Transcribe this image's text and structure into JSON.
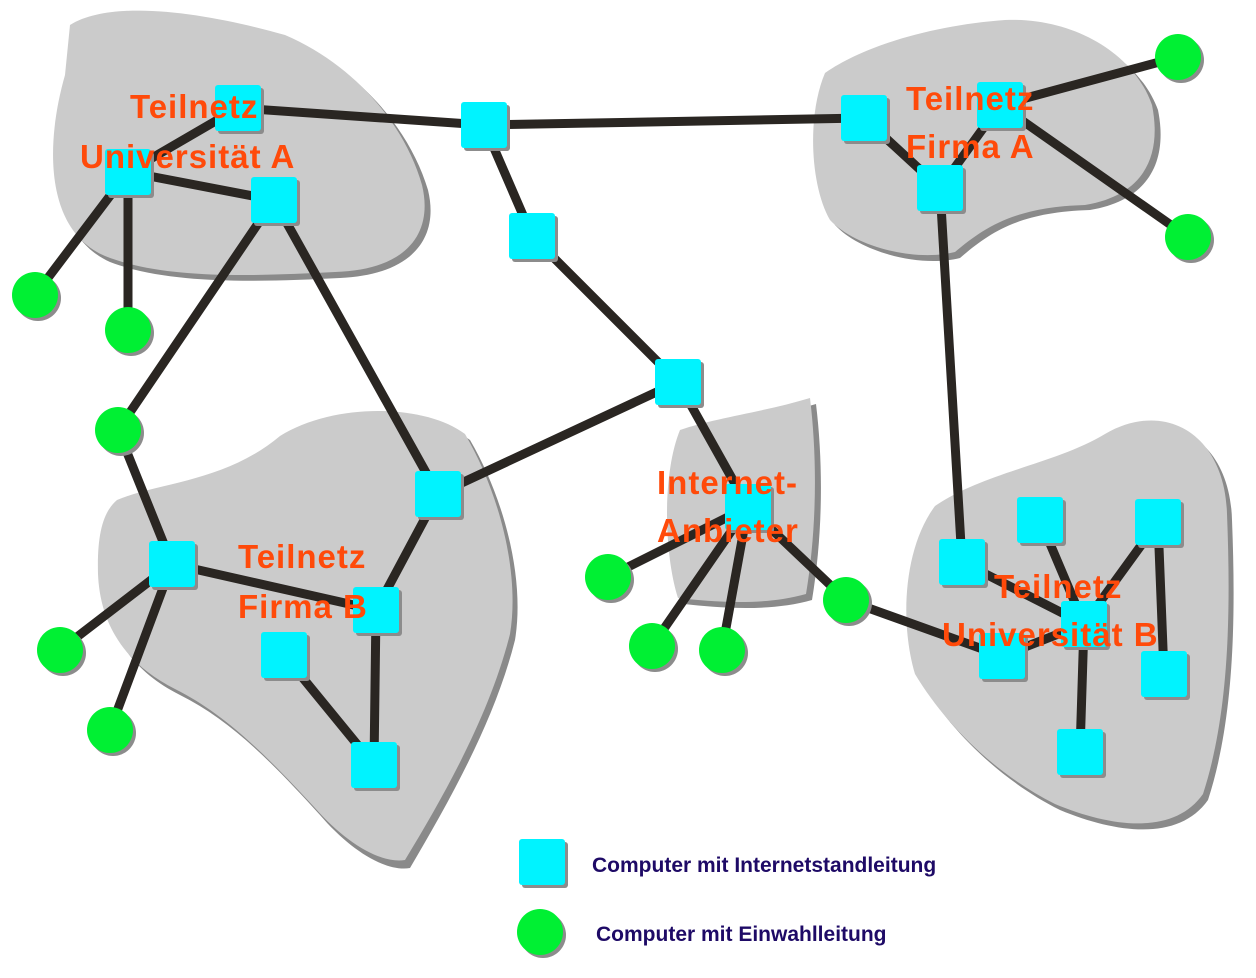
{
  "regions": [
    {
      "id": "uni-a",
      "label_lines": [
        "Teilnetz",
        "Universität A"
      ]
    },
    {
      "id": "firma-a",
      "label_lines": [
        "Teilnetz",
        "Firma A"
      ]
    },
    {
      "id": "firma-b",
      "label_lines": [
        "Teilnetz",
        "Firma B"
      ]
    },
    {
      "id": "isp",
      "label_lines": [
        "Internet-",
        "Anbieter"
      ]
    },
    {
      "id": "uni-b",
      "label_lines": [
        "Teilnetz",
        "Universität B"
      ]
    }
  ],
  "legend": {
    "standleitung": "Computer mit Internetstandleitung",
    "einwahl": "Computer mit Einwahlleitung"
  },
  "colors": {
    "leased_node": "#00f3ff",
    "dialup_node": "#00f033",
    "label": "#ff4a0a",
    "legend_text": "#1e0a66",
    "region": "#cbcbcb",
    "link": "#2a2622"
  }
}
